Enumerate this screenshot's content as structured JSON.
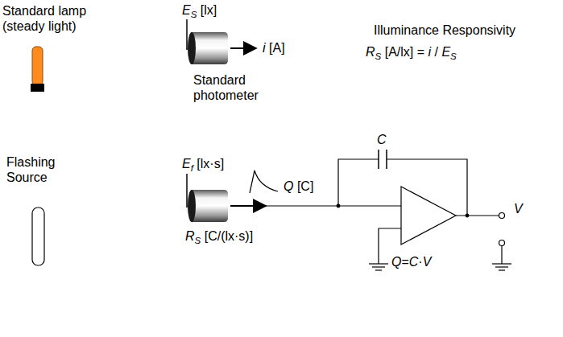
{
  "diagram": {
    "labels": [
      "Standard lamp (steady light)",
      "ES [lx]",
      "i [A]",
      "Illuminance Responsivity",
      "RS [A/lx] = i / ES",
      "Standard photometer",
      "Flashing Source",
      "Ef [lx·s]",
      "Q [C]",
      "C",
      "V",
      "RS [C/(lx·s)]",
      "Q=C·V"
    ]
  }
}
